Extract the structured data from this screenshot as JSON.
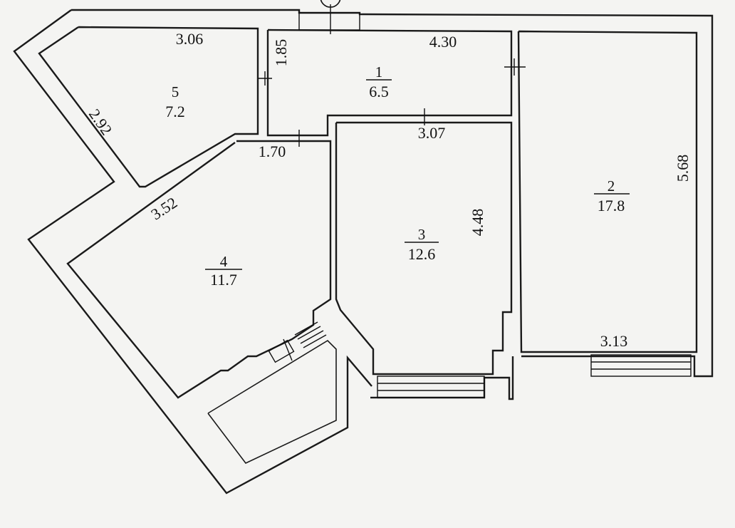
{
  "rooms": [
    {
      "id": "room-1",
      "number": "1",
      "area": "6.5"
    },
    {
      "id": "room-2",
      "number": "2",
      "area": "17.8"
    },
    {
      "id": "room-3",
      "number": "3",
      "area": "12.6"
    },
    {
      "id": "room-4",
      "number": "4",
      "area": "11.7"
    },
    {
      "id": "room-5",
      "number": "5",
      "area": "7.2"
    }
  ],
  "dimensions": {
    "room5_top": "3.06",
    "room5_left": "2.92",
    "room1_side": "1.85",
    "room1_top": "4.30",
    "room3_top": "3.07",
    "corridor_gap": "1.70",
    "room4_diag": "3.52",
    "room3_height": "4.48",
    "room2_height": "5.68",
    "room2_bottom": "3.13"
  }
}
